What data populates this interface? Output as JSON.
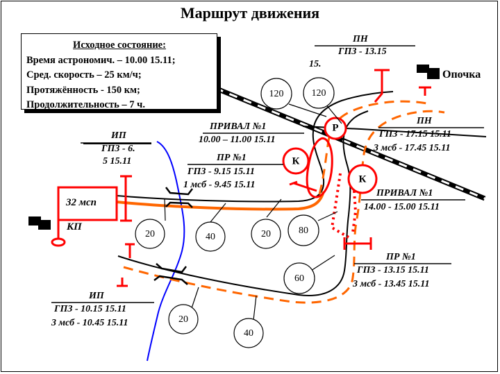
{
  "title": "Маршрут движения",
  "initial_state": {
    "heading": "Исходное состояние:",
    "lines": [
      "Время астрономич. – 10.00  15.11;",
      "Сред. скорость – 25 км/ч;",
      "Протяжённость - 150 км;",
      "Продолжительность – 7 ч."
    ]
  },
  "labels": {
    "pn_top": {
      "title": "ПН",
      "line1": "ГПЗ   -   13.15",
      "line2": "15."
    },
    "pn_right": {
      "title": "ПН",
      "line1": "ГПЗ - 17.15  15.11",
      "line2": "3 мсб - 17.45  15.11"
    },
    "ip_top": {
      "title": "ИП",
      "line1": "ГПЗ - 6.",
      "line2": "5  15.11"
    },
    "ip_bottom": {
      "title": "ИП",
      "line1": "ГПЗ - 10.15  15.11",
      "line2": "3 мсб - 10.45  15.11"
    },
    "rest_1": {
      "title": "ПРИВАЛ №1",
      "line1": "10.00 – 11.00  15.11"
    },
    "rest_2": {
      "title": "ПРИВАЛ №1",
      "line1": "14.00 - 15.00 15.11"
    },
    "pr_1": {
      "title": "ПР №1",
      "line1": "ГПЗ - 9.15  15.11",
      "line2": "1 мсб - 9.45  15.11"
    },
    "pr_2": {
      "title": "ПР №1",
      "line1": "ГПЗ - 13.15  15.11",
      "line2": "3 мсб - 13.45  15.11"
    }
  },
  "places": {
    "opochka": "Опочка",
    "kp": "КП",
    "unit_box": "32 мсп"
  },
  "markers": {
    "r": "Р",
    "k_left": "К",
    "k_right": "К"
  },
  "distances": [
    "120",
    "120",
    "20",
    "40",
    "20",
    "80",
    "60",
    "20",
    "40"
  ],
  "colors": {
    "route_orange": "#ff6600",
    "marker_red": "#ff0000",
    "river_blue": "#0000ff",
    "road_black": "#000000"
  }
}
